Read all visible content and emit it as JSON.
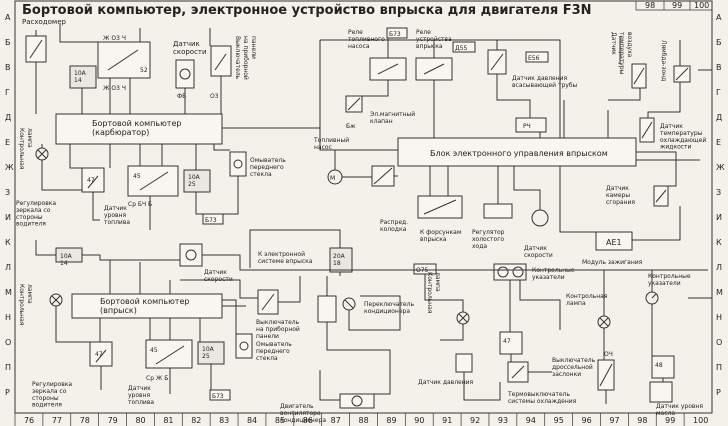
{
  "title": "Бортовой компьютер, электронное устройство впрыска для двигателя F3N",
  "bottom_numbers": [
    "76",
    "77",
    "78",
    "79",
    "80",
    "81",
    "82",
    "83",
    "84",
    "85",
    "86",
    "87",
    "88",
    "89",
    "90",
    "91",
    "92",
    "93",
    "94",
    "95",
    "96",
    "97",
    "98",
    "99",
    "100"
  ],
  "top_numbers": [
    "98",
    "99",
    "100"
  ],
  "row_letters": [
    "А",
    "Б",
    "В",
    "Г",
    "Д",
    "Е",
    "Ж",
    "З",
    "И",
    "К",
    "Л",
    "М",
    "Н",
    "О",
    "П",
    "Р"
  ],
  "blocks": {
    "computer_carb": "Бортовой компьютер\n(карбюратор)",
    "computer_inj": "Бортовой компьютер\n(впрыск)",
    "ecu": "Блок электронного управления впрыском",
    "ignition": "Модуль зажигания",
    "ignition_code": "АЕ1"
  },
  "labels": {
    "flow_meter": "Расходомер",
    "speed_sensor_top": "Датчик\nскорости",
    "switch_panel_top": "Выключатель\nна приборной\nпанели",
    "fuel_pump_relay": "Реле\nтопливного\nнасоса",
    "inj_relay": "Реле\nустройства\nвпрыска",
    "pressure_sensor": "Датчик давления\nвсасывающей трубы",
    "temp_sensor_left": "Датчик\nтемпературы\nвоздуха",
    "lambda": "Лямбда-зонд",
    "solenoid_valve": "Эл.магнитный\nклапан",
    "coolant_temp": "Датчик\nтемпературы\nохлаждающей\nжидкости",
    "fuel_pump": "Топливный\nнасос",
    "washer_top": "Омыватель\nпереднего\nстекла",
    "fuel_level_top": "Датчик\nуровня\nтоплива",
    "mirror_top": "Регулировка\nзеркала со\nстороны\nводителя",
    "distrib": "Распред.\nколодка",
    "injectors": "К форсункам\nвпрыска",
    "idle_reg": "Регулятор\nхолостого\nхода",
    "speed_sensor_mid": "Датчик\nскорости",
    "chamber_sensor": "Датчик\nкамеры\nсгорания",
    "speed_sensor_left": "Датчик\nскорости",
    "to_inj": "К электронной\nсистеме впрыска",
    "ac_switch": "Переключатель\nкондиционера",
    "control_lamp": "Контрольная\nлампа",
    "indicators": "Контрольные\nуказатели",
    "indicators_right": "Контрольные\nуказатели",
    "control_lamp_right": "Контрольная\nлампа",
    "switch_panel_bot": "Выключатель\nна приборной\nпанели",
    "washer_bot": "Омыватель\nпереднего\nстекла",
    "mirror_bot": "Регулировка\nзеркала со\nстороны\nводителя",
    "fuel_level_bot": "Датчик\nуровня\nтоплива",
    "fan_motor": "Двигатель\nвентилятора\nкондиционера",
    "pressure_sw": "Датчик давления",
    "throttle_sw": "Выключатель\nдроссельной\nзаслонки",
    "thermo_sw": "Термовыключатель\nсистемы охлаждения",
    "oil_level": "Датчик уровня\nмасла",
    "lamp_left_top": "Контрольная\nлампа",
    "lamp_left_bot": "Контрольная\nлампа"
  },
  "codes": {
    "b73_top": "Б73",
    "d55": "Д55",
    "e56": "Е56",
    "b73_mid": "Б73",
    "b73_bot": "Б73",
    "o75": "О75"
  },
  "fuses": {
    "f_top": "10А\n14",
    "f_mid_top": "10А\n25",
    "f_left_mid": "10А\n14",
    "f_center": "20А\n18",
    "f_bot": "10А\n25"
  },
  "numbers": {
    "n52": "52",
    "n47_top": "47",
    "n45_top": "45",
    "n47_bot": "47",
    "n45_bot": "45",
    "n47_right": "47",
    "n48_right": "48"
  }
}
